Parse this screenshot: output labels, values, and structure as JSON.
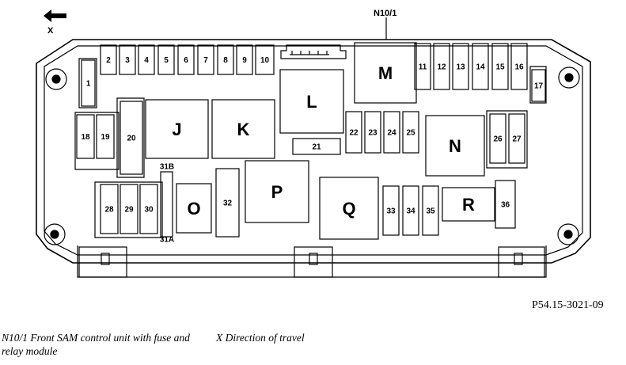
{
  "diagram": {
    "direction_label": "X",
    "module_label": "N10/1",
    "fuse_labels": [
      "1",
      "2",
      "3",
      "4",
      "5",
      "6",
      "7",
      "8",
      "9",
      "10",
      "11",
      "12",
      "13",
      "14",
      "15",
      "16",
      "17",
      "18",
      "19",
      "20",
      "21",
      "22",
      "23",
      "24",
      "25",
      "26",
      "27",
      "28",
      "29",
      "30",
      "31B",
      "31A",
      "32",
      "33",
      "34",
      "35",
      "36"
    ],
    "relay_labels": [
      "J",
      "K",
      "L",
      "M",
      "N",
      "O",
      "P",
      "Q",
      "R"
    ]
  },
  "reference_code": "P54.15-3021-09",
  "legend": {
    "n101": "N10/1 Front SAM control unit with fuse and relay module",
    "x": "X Direction of travel"
  }
}
